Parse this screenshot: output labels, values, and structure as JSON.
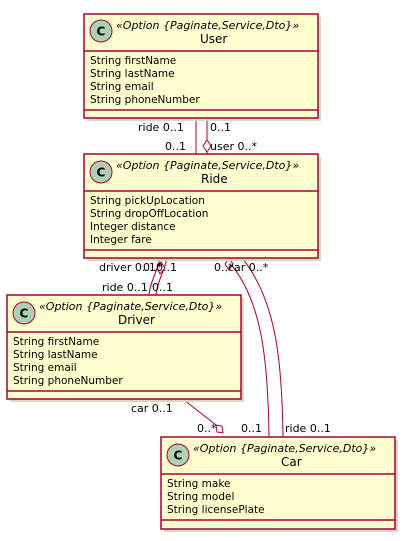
{
  "classes": {
    "user": {
      "circle": "C",
      "stereotype": "«Option {Paginate,Service,Dto}»",
      "name": "User",
      "fields": [
        "String firstName",
        "String lastName",
        "String email",
        "String phoneNumber"
      ]
    },
    "ride": {
      "circle": "C",
      "stereotype": "«Option {Paginate,Service,Dto}»",
      "name": "Ride",
      "fields": [
        "String pickUpLocation",
        "String dropOffLocation",
        "Integer distance",
        "Integer fare"
      ]
    },
    "driver": {
      "circle": "C",
      "stereotype": "«Option {Paginate,Service,Dto}»",
      "name": "Driver",
      "fields": [
        "String firstName",
        "String lastName",
        "String email",
        "String phoneNumber"
      ]
    },
    "car": {
      "circle": "C",
      "stereotype": "«Option {Paginate,Service,Dto}»",
      "name": "Car",
      "fields": [
        "String make",
        "String model",
        "String licensePlate"
      ]
    }
  },
  "edge_labels": {
    "user_ride_a_top": "ride 0..1",
    "user_ride_a_bottom": "0..1",
    "user_ride_b_top": "0..1",
    "user_ride_b_bottom": "user 0..*",
    "ride_driver_a_top": "driver 0..1",
    "ride_driver_a_bottom": "ride 0..1",
    "ride_driver_b_top": "0..*",
    "ride_driver_b_mid": "0..1",
    "ride_driver_b_bottom": "0..1",
    "ride_car_a_top": "0..*",
    "ride_car_b_top": "car 0..*",
    "ride_car_a_bottom": "0..1",
    "ride_car_b_bottom": "ride 0..1",
    "driver_car_top": "car 0..1",
    "driver_car_bottom": "0..*"
  },
  "colors": {
    "class_fill": "#FEFECE",
    "class_border": "#A80036",
    "circle_fill": "#ADD1B2",
    "edge": "#A80036"
  }
}
